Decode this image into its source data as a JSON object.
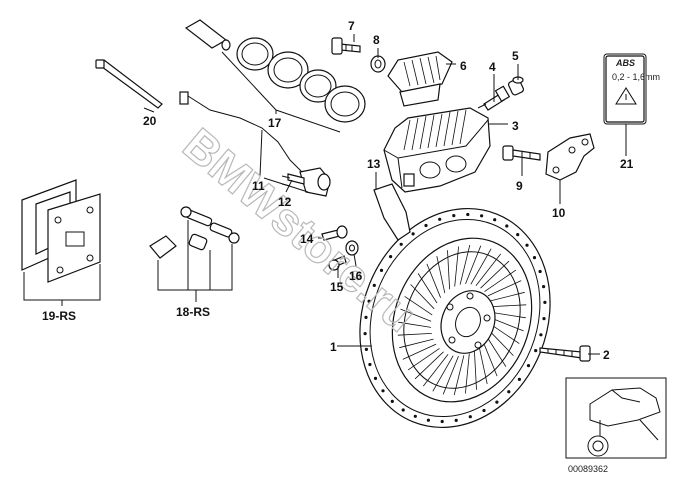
{
  "labels": {
    "p1": "1",
    "p2": "2",
    "p3": "3",
    "p4": "4",
    "p5": "5",
    "p6": "6",
    "p7": "7",
    "p8": "8",
    "p9": "9",
    "p10": "10",
    "p11": "11",
    "p12": "12",
    "p13": "13",
    "p14": "14",
    "p15": "15",
    "p16": "16",
    "p17": "17",
    "p18": "18-RS",
    "p19": "19-RS",
    "p20": "20",
    "p21": "21"
  },
  "watermark": "BMWstore.ru",
  "abs_label": {
    "logo": "ABS",
    "gap": "0,2 - 1,6mm"
  },
  "reference_number": "00089362"
}
